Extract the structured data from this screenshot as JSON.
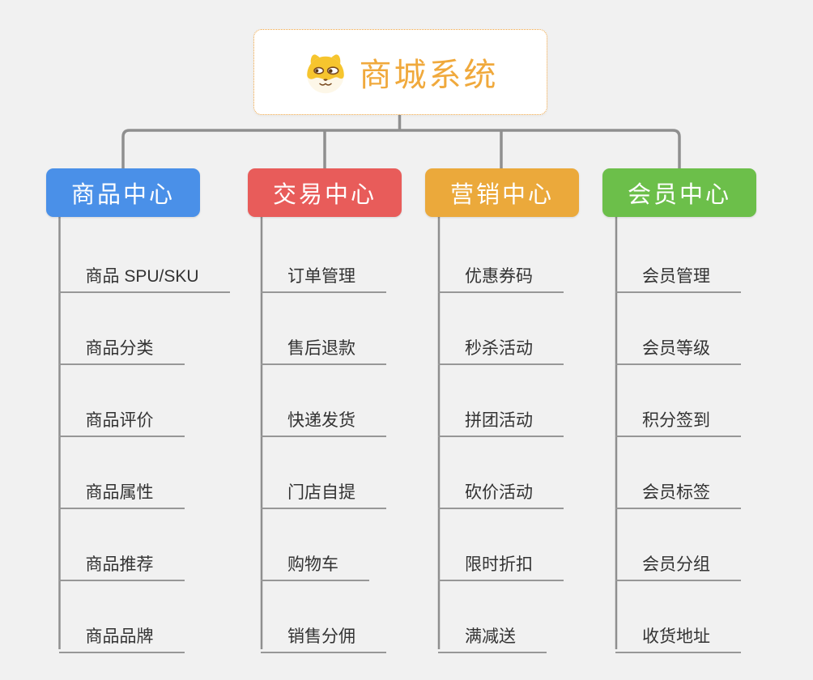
{
  "root": {
    "title": "商城系统",
    "icon": "dog-face-icon",
    "accent_color": "#f0a93c",
    "border_color": "#f0a440"
  },
  "connector_color": "#8f8f8f",
  "underline_color": "#979797",
  "branches": [
    {
      "label": "商品中心",
      "color": "#4a90e8",
      "items": [
        "商品 SPU/SKU",
        "商品分类",
        "商品评价",
        "商品属性",
        "商品推荐",
        "商品品牌"
      ]
    },
    {
      "label": "交易中心",
      "color": "#e85c5a",
      "items": [
        "订单管理",
        "售后退款",
        "快递发货",
        "门店自提",
        "购物车",
        "销售分佣"
      ]
    },
    {
      "label": "营销中心",
      "color": "#eba93b",
      "items": [
        "优惠券码",
        "秒杀活动",
        "拼团活动",
        "砍价活动",
        "限时折扣",
        "满减送"
      ]
    },
    {
      "label": "会员中心",
      "color": "#6cbf4a",
      "items": [
        "会员管理",
        "会员等级",
        "积分签到",
        "会员标签",
        "会员分组",
        "收货地址"
      ]
    }
  ]
}
